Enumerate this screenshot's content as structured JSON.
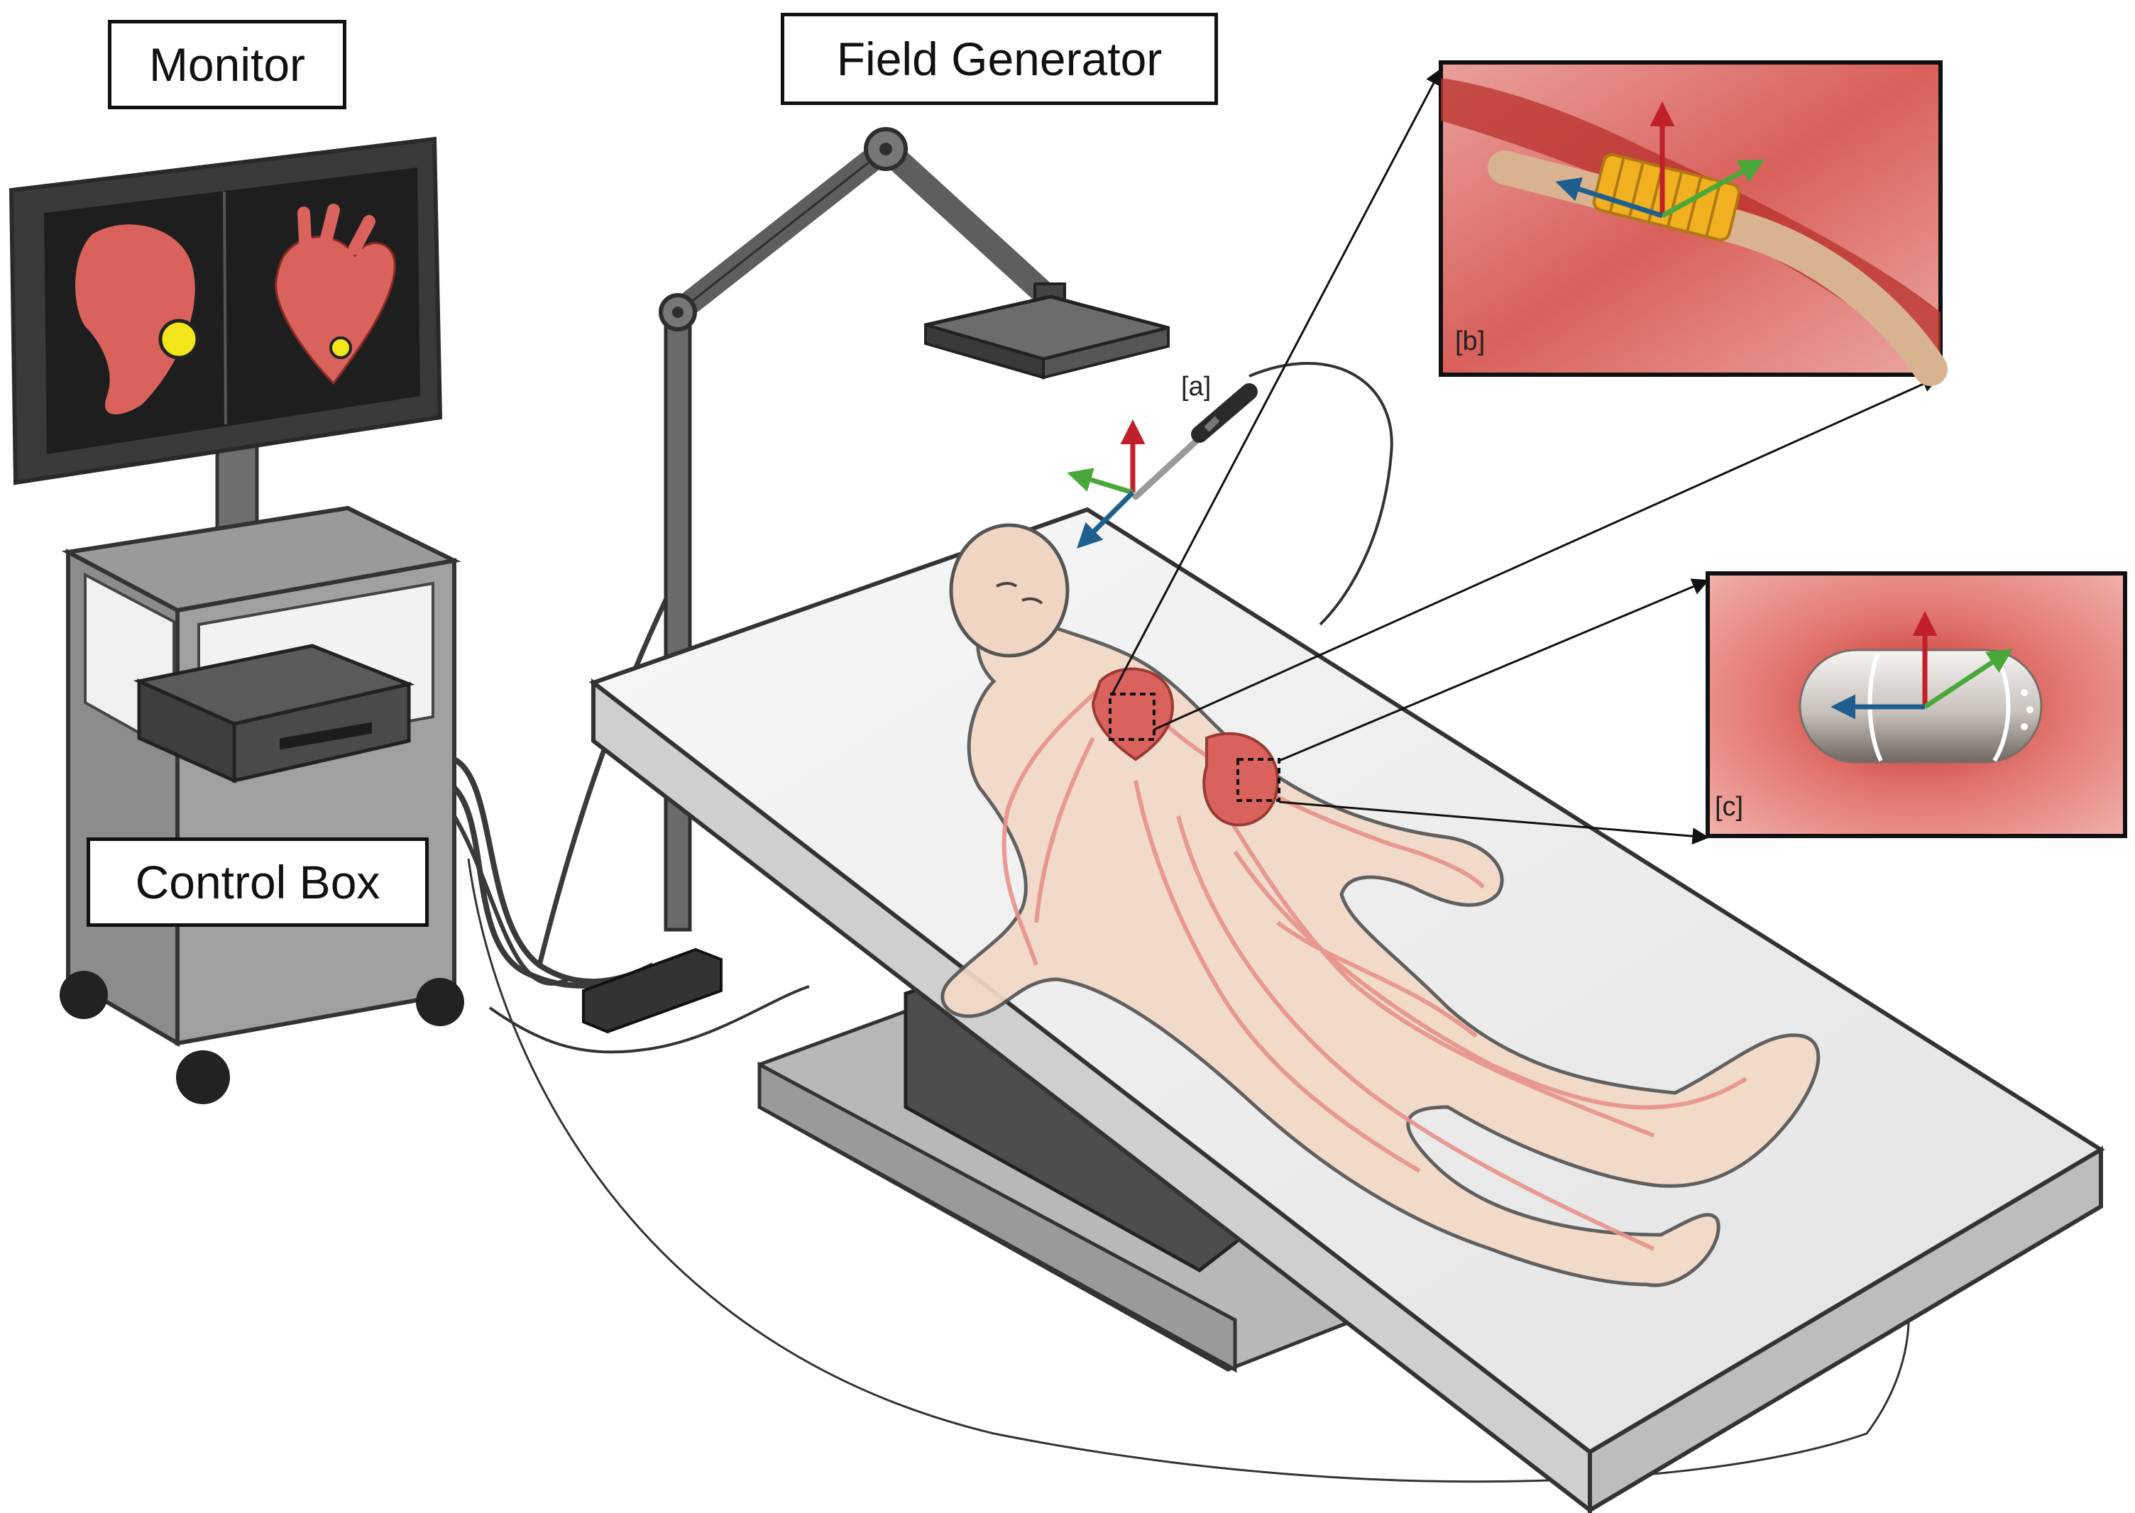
{
  "labels": {
    "monitor": "Monitor",
    "field_generator": "Field Generator",
    "control_box": "Control Box"
  },
  "tags": {
    "a": "[a]",
    "b": "[b]",
    "c": "[c]"
  },
  "colors": {
    "axis_red": "#c0202a",
    "axis_green": "#4aa83a",
    "axis_blue": "#1f5f8f",
    "tissue": "#e8918a",
    "coil": "#f0b020",
    "marker": "#f2e61a"
  }
}
